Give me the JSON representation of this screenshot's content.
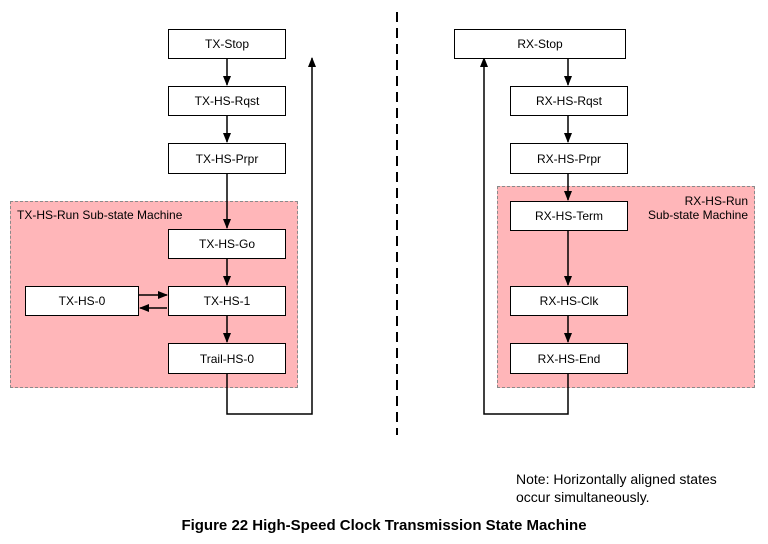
{
  "tx": {
    "region_label": "TX-HS-Run Sub-state Machine",
    "states": {
      "stop": "TX-Stop",
      "rqst": "TX-HS-Rqst",
      "prpr": "TX-HS-Prpr",
      "go": "TX-HS-Go",
      "hs0": "TX-HS-0",
      "hs1": "TX-HS-1",
      "trail": "Trail-HS-0"
    }
  },
  "rx": {
    "region_label_line1": "RX-HS-Run",
    "region_label_line2": "Sub-state Machine",
    "states": {
      "stop": "RX-Stop",
      "rqst": "RX-HS-Rqst",
      "prpr": "RX-HS-Prpr",
      "term": "RX-HS-Term",
      "clk": "RX-HS-Clk",
      "end": "RX-HS-End"
    }
  },
  "note_line1": "Note: Horizontally aligned states",
  "note_line2": "occur simultaneously.",
  "caption": "Figure 22 High-Speed Clock Transmission State Machine",
  "colors": {
    "region_fill": "#ffb6b9",
    "line": "#000000"
  }
}
